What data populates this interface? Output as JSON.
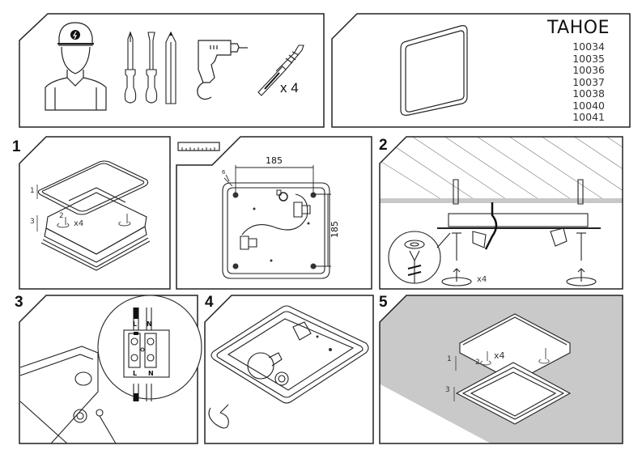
{
  "document": {
    "product_name": "TAHOE",
    "product_codes": [
      "10034",
      "10035",
      "10036",
      "10037",
      "10038",
      "10040",
      "10041"
    ]
  },
  "tools_panel": {
    "icons": [
      "electrician-icon",
      "phillips-screwdriver-icon",
      "flat-screwdriver-icon",
      "pencil-icon",
      "drill-icon",
      "wall-plug-screw-icon"
    ],
    "plug_quantity": "x 4"
  },
  "steps": [
    {
      "number": "1",
      "part_labels": [
        "1",
        "3"
      ],
      "screw_labels": [
        "2",
        "x4"
      ],
      "ruler_icon": "ruler-icon",
      "drill_size_label": "6",
      "dimension_horizontal": "185",
      "dimension_vertical": "185"
    },
    {
      "number": "2",
      "rotation_label": "x4"
    },
    {
      "number": "3",
      "terminal_labels_top": [
        "L",
        "N"
      ],
      "terminal_labels_bottom": [
        "L",
        "N"
      ]
    },
    {
      "number": "4"
    },
    {
      "number": "5",
      "part_labels": [
        "1",
        "3"
      ],
      "screw_labels": [
        "2",
        "x4"
      ]
    }
  ]
}
